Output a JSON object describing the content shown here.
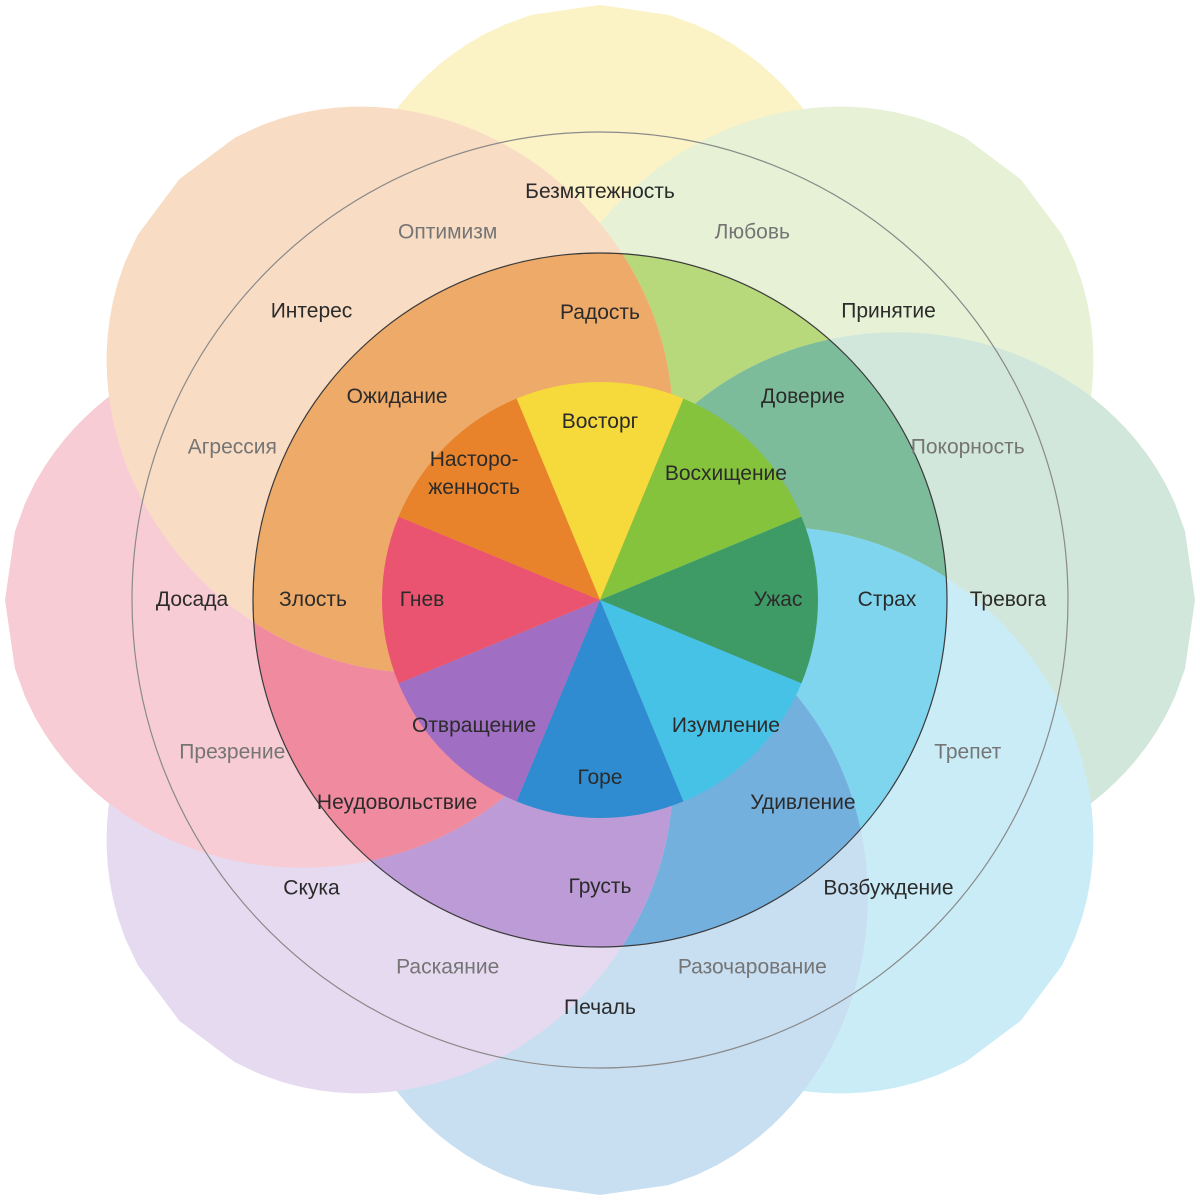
{
  "petals": [
    {
      "key": "yellow",
      "colors": [
        "#f6d93b",
        "#f8e680",
        "#fbf2c6"
      ],
      "labels": [
        "Восторг",
        "Радость",
        "Безмятежность"
      ]
    },
    {
      "key": "lightgreen",
      "colors": [
        "#86c33c",
        "#b7d97b",
        "#e7f1d6"
      ],
      "labels": [
        "Восхищение",
        "Доверие",
        "Принятие"
      ]
    },
    {
      "key": "darkgreen",
      "colors": [
        "#3f9b66",
        "#7dbc9a",
        "#d2e7db"
      ],
      "labels": [
        "Ужас",
        "Страх",
        "Тревога"
      ]
    },
    {
      "key": "cyan",
      "colors": [
        "#46c2e6",
        "#7fd5ee",
        "#c9ecf7"
      ],
      "labels": [
        "Изумление",
        "Удивление",
        "Возбуждение"
      ]
    },
    {
      "key": "blue",
      "colors": [
        "#2f8cd0",
        "#74b0de",
        "#c8def1"
      ],
      "labels": [
        "Горе",
        "Грусть",
        "Печаль"
      ]
    },
    {
      "key": "purple",
      "colors": [
        "#a06fc4",
        "#bc9bd6",
        "#e6daf0"
      ],
      "labels": [
        "Отвращение",
        "Неудовольствие",
        "Скука"
      ]
    },
    {
      "key": "red",
      "colors": [
        "#ea5470",
        "#f08a9e",
        "#f8ccd5"
      ],
      "labels": [
        "Гнев",
        "Злость",
        "Досада"
      ]
    },
    {
      "key": "orange",
      "colors": [
        "#e8832b",
        "#eeaa69",
        "#f8dcc4"
      ],
      "labels": [
        "Насторо-\nженность",
        "Ожидание",
        "Интерес"
      ]
    }
  ],
  "combinations": [
    "Любовь",
    "Покорность",
    "Трепет",
    "Разочарование",
    "Раскаяние",
    "Презрение",
    "Агрессия",
    "Оптимизм"
  ]
}
